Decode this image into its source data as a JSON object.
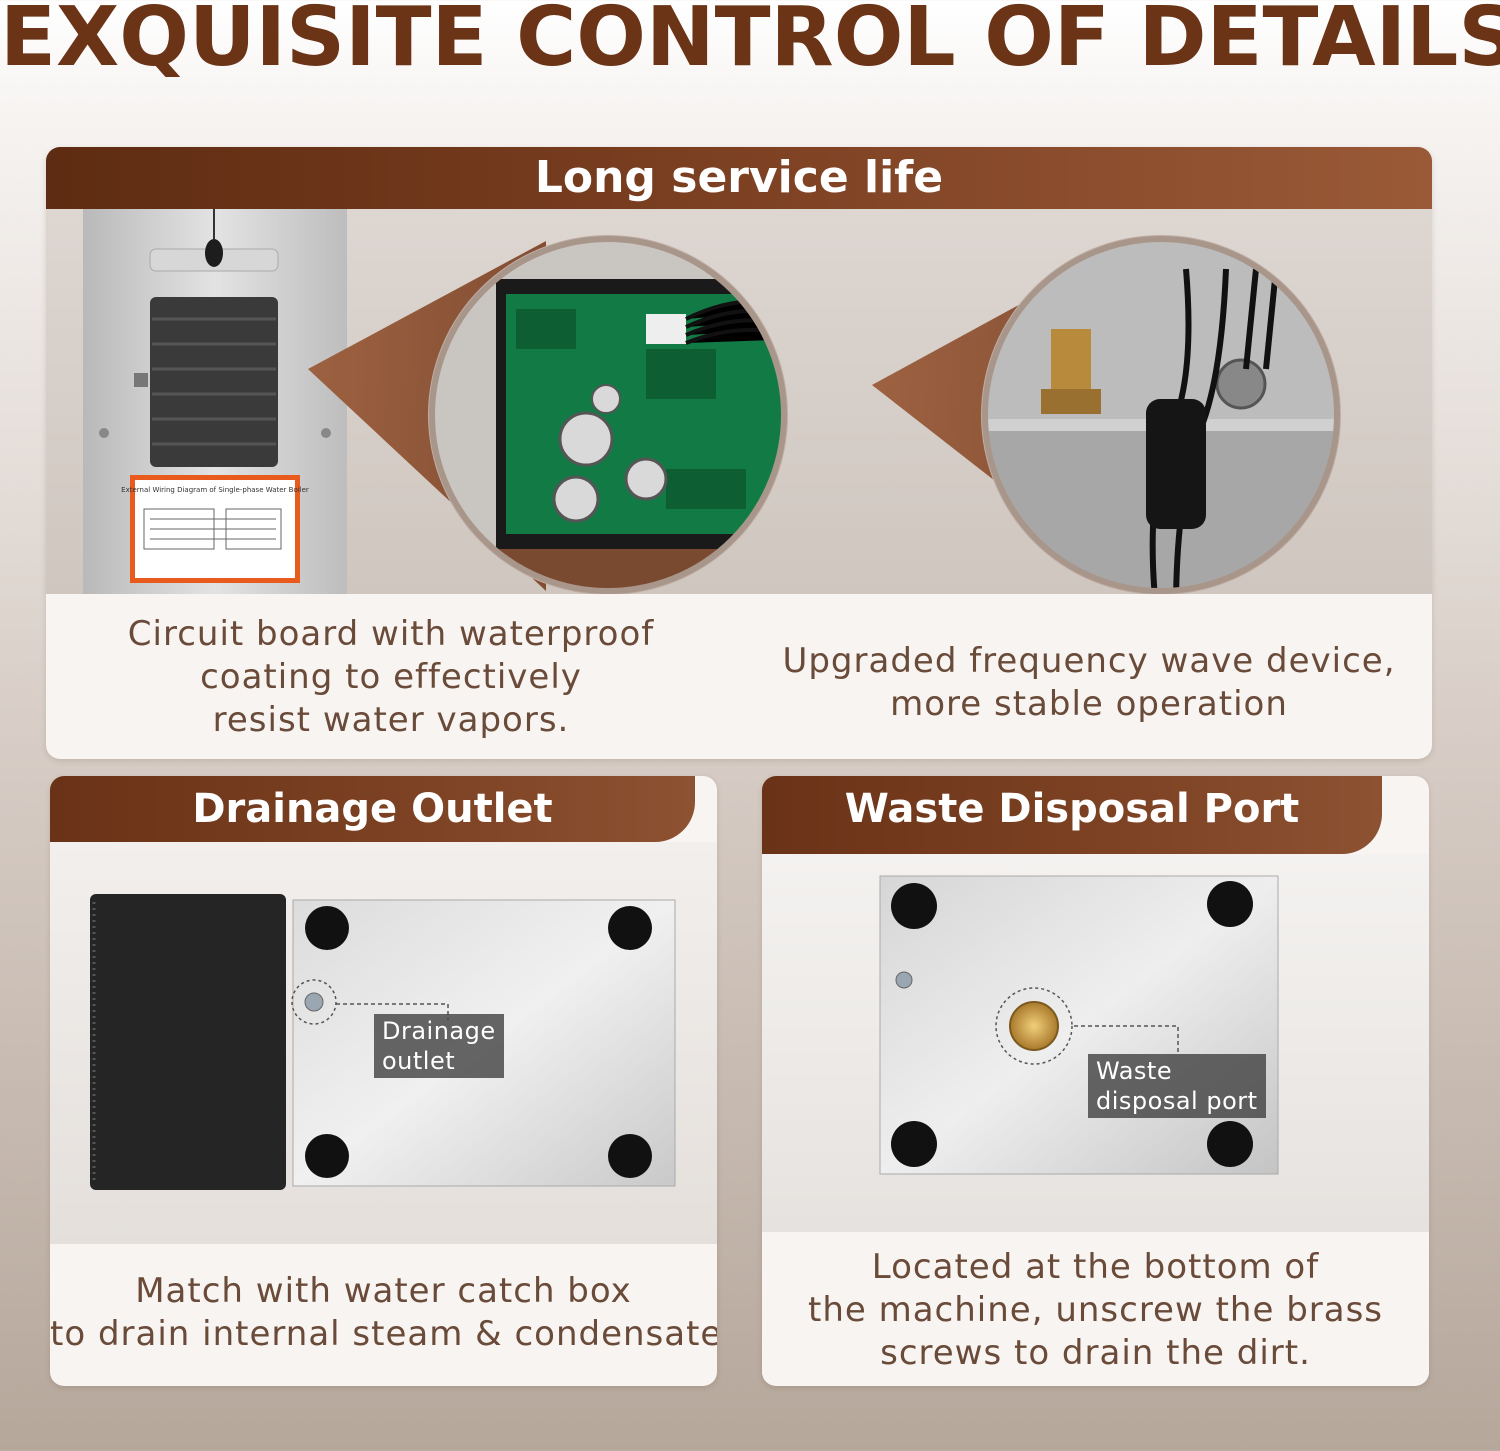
{
  "title": "EXQUISITE CONTROL OF DETAILS",
  "sections": {
    "service": {
      "heading": "Long service life",
      "label_sheet_title": "External Wiring Diagram of Single-phase Water Boiler",
      "captions": {
        "left": [
          "Circuit board with waterproof",
          "coating to effectively",
          "resist water vapors."
        ],
        "right": [
          "Upgraded frequency wave device,",
          "more stable operation"
        ]
      }
    },
    "drainage": {
      "heading": "Drainage Outlet",
      "callout": [
        "Drainage",
        "outlet"
      ],
      "caption": [
        "Match with water catch box",
        "to drain internal steam & condensate"
      ]
    },
    "waste": {
      "heading": "Waste Disposal Port",
      "callout": [
        "Waste",
        "disposal port"
      ],
      "caption": [
        "Located at the bottom of",
        "the machine, unscrew the brass",
        "screws to drain the dirt."
      ]
    }
  },
  "colors": {
    "brand_brown": "#6b3417",
    "banner_dark": "#5e2c12",
    "caption_text": "#6a4a38"
  }
}
